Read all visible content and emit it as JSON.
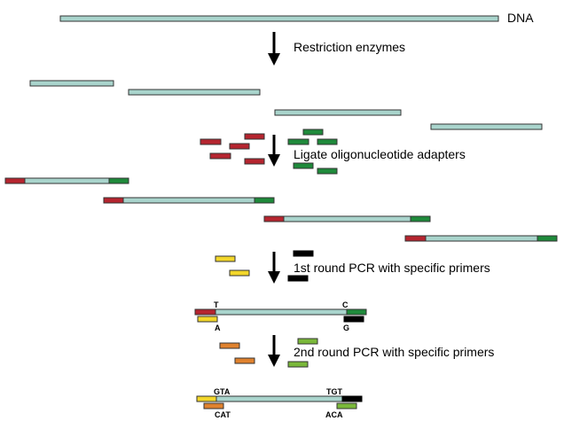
{
  "labels": {
    "dna": "DNA",
    "step1": "Restriction enzymes",
    "step2": "Ligate oligonucleotide adapters",
    "step3": "1st round PCR with specific primers",
    "step4": "2nd round PCR with specific primers"
  },
  "nucleotides": {
    "first_round": {
      "top_left": "T",
      "top_right": "C",
      "bottom_left": "A",
      "bottom_right": "G"
    },
    "second_round": {
      "top_left": "GTA",
      "top_right": "TGT",
      "bottom_left": "CAT",
      "bottom_right": "ACA"
    }
  },
  "colors": {
    "dna": "#a9d4cc",
    "adapter_red": "#b5252f",
    "adapter_green": "#1f8a3b",
    "primer_yellow": "#f2d62a",
    "primer_black": "#000000",
    "primer_orange": "#e0822e",
    "primer_lightgreen": "#7ab83a"
  }
}
